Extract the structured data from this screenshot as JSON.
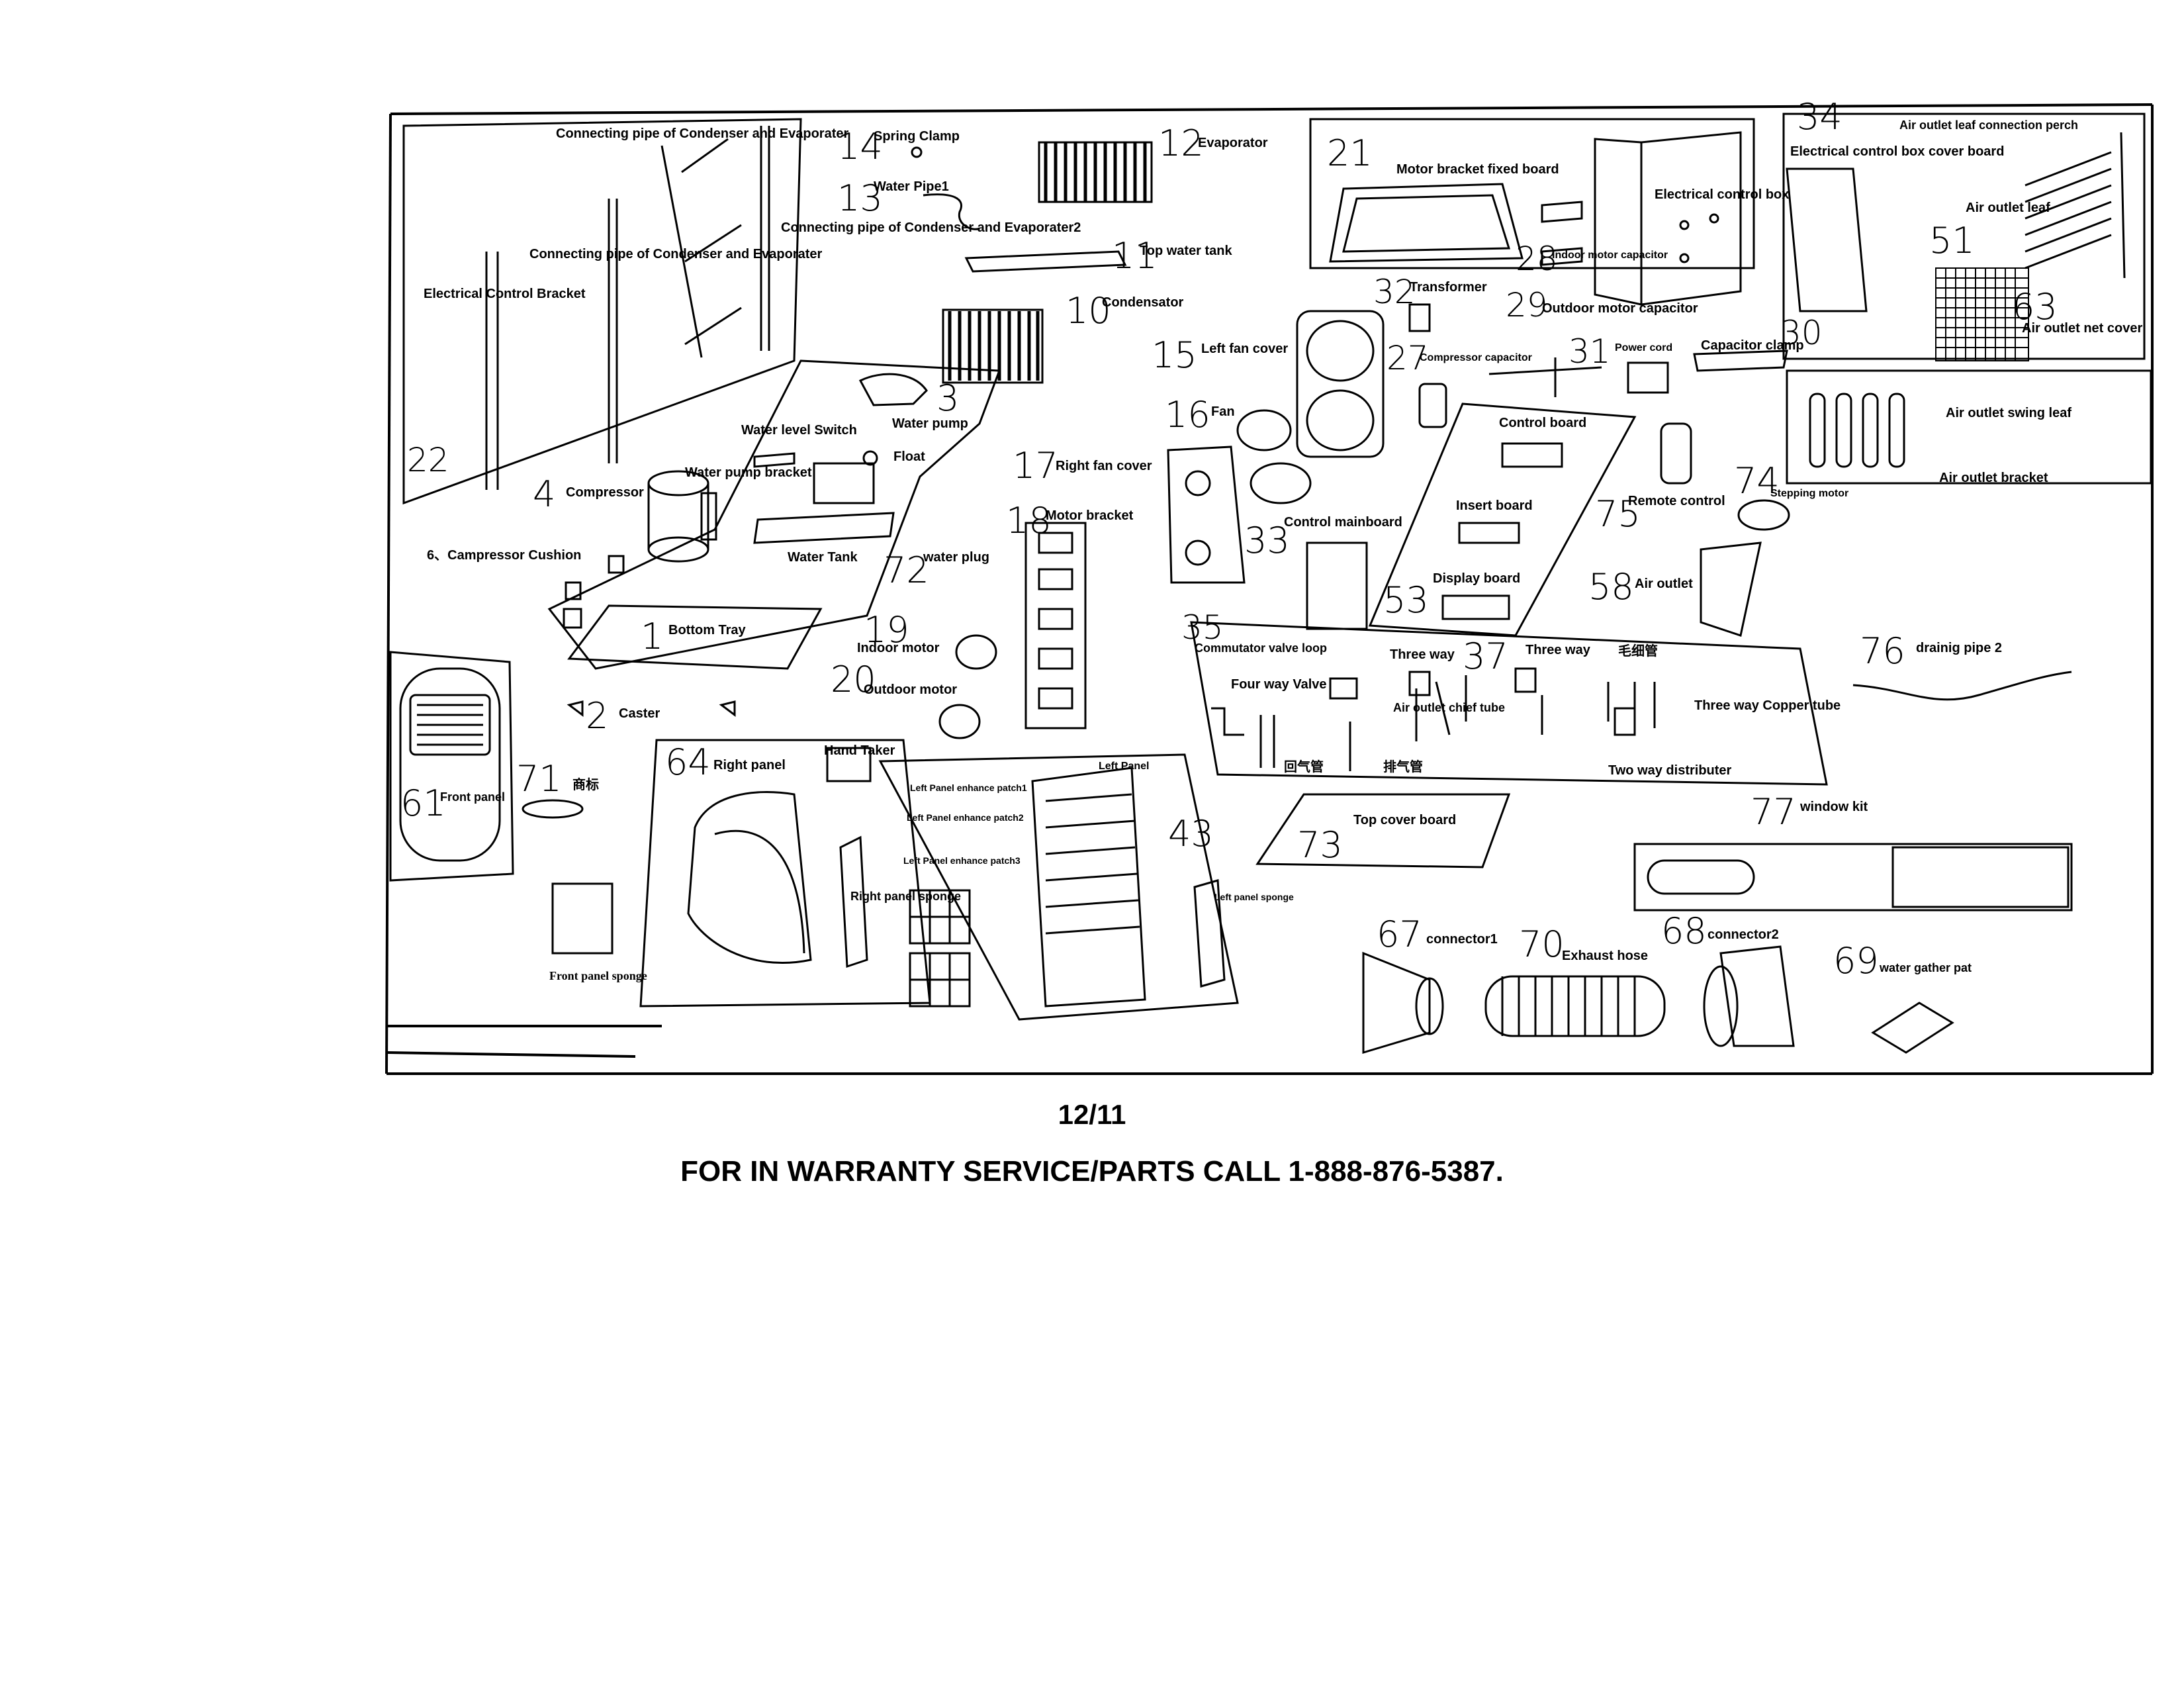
{
  "labels": {
    "l_conn_pipe1": "Connecting pipe of Condenser and Evaporater",
    "l_conn_pipe2": "Connecting pipe of Condenser and Evaporater2",
    "l_conn_pipe3": "Connecting pipe of Condenser and Evaporater",
    "l_elec_bracket": "Electrical Control Bracket",
    "n22": "22",
    "n14": "14",
    "l_spring_clamp": "Spring Clamp",
    "n13": "13",
    "l_water_pipe": "Water Pipe1",
    "n12": "12",
    "l_evaporator": "Evaporator",
    "n11": "11",
    "l_top_water_tank": "Top water tank",
    "n10": "10",
    "l_condensator": "Condensator",
    "n3": "3",
    "l_water_pump": "Water pump",
    "l_water_level": "Water level Switch",
    "l_float": "Float",
    "l_pump_bracket": "Water pump bracket",
    "n4": "4",
    "l_compressor": "Compressor",
    "l_comp_cushion": "6、Campressor Cushion",
    "l_water_tank": "Water Tank",
    "n72": "72",
    "l_water_plug": "water plug",
    "n1": "1",
    "l_bottom_tray": "Bottom Tray",
    "n2": "2",
    "l_caster": "Caster",
    "n21": "21",
    "l_motor_fixed": "Motor bracket fixed board",
    "n34": "34",
    "l_elec_cover": "Electrical control box cover board",
    "l_elec_box": "Electrical control box",
    "l_air_leaf_perch": "Air outlet leaf connection perch",
    "l_air_leaf": "Air outlet leaf",
    "n51": "51",
    "n63": "63",
    "l_air_net": "Air outlet net cover",
    "n28": "28",
    "l_indoor_cap": "Indoor motor capacitor",
    "n29": "29",
    "l_outdoor_cap": "Outdoor motor capacitor",
    "n32": "32",
    "l_transformer": "Transformer",
    "n15": "15",
    "l_left_fan_cover": "Left fan cover",
    "n27": "27",
    "l_comp_cap": "Compressor capacitor",
    "n31": "31",
    "l_power_cord": "Power cord",
    "n30": "30",
    "l_cap_clamp": "Capacitor clamp",
    "l_swing_leaf": "Air outlet swing leaf",
    "l_outlet_bracket": "Air outlet bracket",
    "n16": "16",
    "l_fan": "Fan",
    "n17": "17",
    "l_right_fan_cover": "Right fan cover",
    "l_control_board": "Control board",
    "l_insert_board": "Insert board",
    "n75": "75",
    "l_remote": "Remote control",
    "n74": "74",
    "l_stepping": "Stepping motor",
    "n18": "18",
    "l_motor_bracket": "Motor bracket",
    "n33": "33",
    "l_mainboard": "Control mainboard",
    "l_display_board": "Display board",
    "n53": "53",
    "n58": "58",
    "l_air_outlet": "Air outlet",
    "n19": "19",
    "l_indoor_motor": "Indoor motor",
    "n20": "20",
    "l_outdoor_motor": "Outdoor motor",
    "n35": "35",
    "l_commutator": "Commutator valve loop",
    "l_four_way": "Four way Valve",
    "l_three_way1": "Three way",
    "n37": "37",
    "l_three_way2": "Three way",
    "l_capillary": "毛细管",
    "l_air_chief": "Air outlet chief tube",
    "l_three_way_copper": "Three way Copper tube",
    "l_two_way": "Two way distributer",
    "l_cn1": "回气管",
    "l_cn2": "排气管",
    "n76": "76",
    "l_drain": "drainig pipe 2",
    "n61": "61",
    "l_front_panel": "Front panel",
    "n71": "71",
    "l_trademark": "商标",
    "n64": "64",
    "l_right_panel": "Right panel",
    "l_hand_taker": "Hand Taker",
    "l_right_sponge": "Right panel sponge",
    "l_left_patch1": "Left Panel enhance patch1",
    "l_left_patch2": "Left Panel enhance patch2",
    "l_left_patch3": "Left Panel enhance patch3",
    "l_left_panel": "Left Panel",
    "n43": "43",
    "l_left_sponge": "Left panel sponge",
    "l_front_sponge": "Front panel sponge",
    "l_top_cover": "Top cover board",
    "n73": "73",
    "n77": "77",
    "l_window_kit": "window kit",
    "n67": "67",
    "l_connector1": "connector1",
    "n70": "70",
    "l_exhaust": "Exhaust hose",
    "n68": "68",
    "l_connector2": "connector2",
    "n69": "69",
    "l_water_gather": "water gather pat"
  },
  "footer": {
    "page": "12/11",
    "call": "FOR IN WARRANTY SERVICE/PARTS CALL 1-888-876-5387."
  }
}
